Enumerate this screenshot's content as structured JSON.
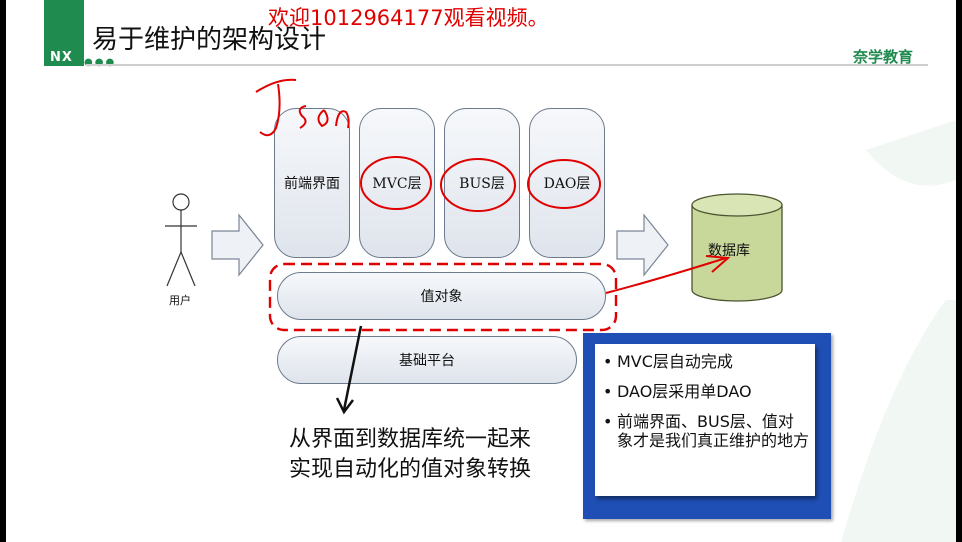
{
  "header": {
    "logo_text": "NX",
    "title": "易于维护的架构设计",
    "brand": "奈学教育",
    "watermark": "欢迎1012964177观看视频。"
  },
  "diagram": {
    "user_label": "用户",
    "columns": [
      "前端界面",
      "MVC层",
      "BUS层",
      "DAO层"
    ],
    "value_object": "值对象",
    "base_platform": "基础平台",
    "database": "数据库",
    "handwritten_note": "Json"
  },
  "caption": {
    "line1": "从界面到数据库统一起来",
    "line2": "实现自动化的值对象转换"
  },
  "notes": {
    "items": [
      "MVC层自动完成",
      "DAO层采用单DAO",
      "前端界面、BUS层、值对象才是我们真正维护的地方"
    ]
  },
  "colors": {
    "brand_green": "#1f8b4f",
    "annotation_red": "#e00000",
    "notes_blue": "#1f4fb5",
    "db_fill": "#c8d79a"
  }
}
